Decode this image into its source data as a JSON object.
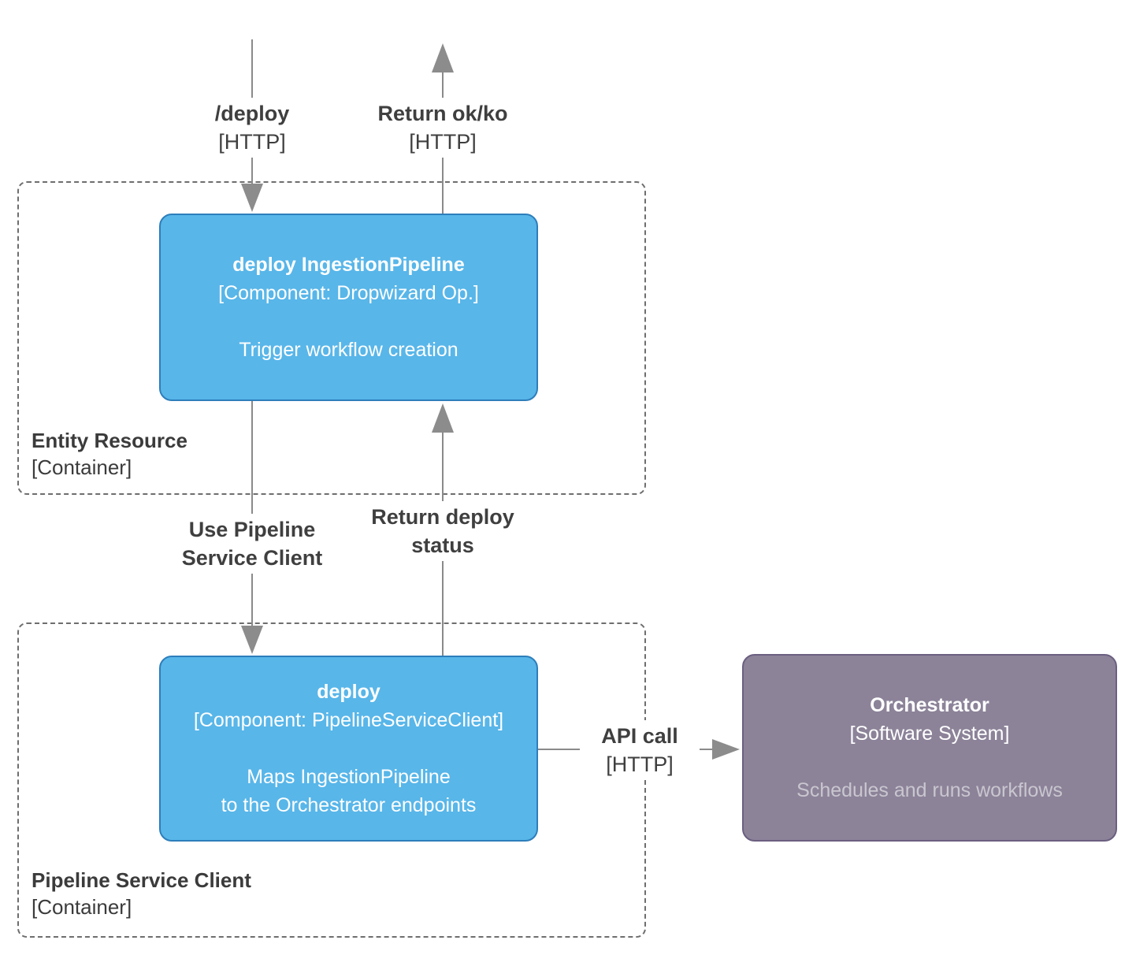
{
  "diagram": {
    "kind": "c4-component-diagram"
  },
  "colors": {
    "background": "#ffffff",
    "component_fill": "#58B6E9",
    "component_border": "#2D7EBB",
    "external_fill": "#8C8399",
    "external_border": "#6B5F80",
    "external_description_text": "#C9C6CF",
    "boundary_dashed_border": "#6e6e6e",
    "relationship_line": "#8a8a8a",
    "arrowhead_fill": "#8c8c8c",
    "label_text": "#3F3F3F",
    "node_text": "#ffffff"
  },
  "boundaries": {
    "entity_resource": {
      "name": "Entity Resource",
      "type": "[Container]"
    },
    "pipeline_service_client": {
      "name": "Pipeline Service Client",
      "type": "[Container]"
    }
  },
  "components": {
    "deploy_ingestion": {
      "title": "deploy IngestionPipeline",
      "subtitle": "[Component: Dropwizard Op.]",
      "description": "Trigger workflow creation"
    },
    "deploy_client": {
      "title": "deploy",
      "subtitle": "[Component: PipelineServiceClient]",
      "description": "Maps IngestionPipeline\nto the Orchestrator endpoints"
    }
  },
  "external_systems": {
    "orchestrator": {
      "title": "Orchestrator",
      "subtitle": "[Software System]",
      "description": "Schedules and runs workflows"
    }
  },
  "relationships": {
    "deploy_in": {
      "name": "/deploy",
      "technology": "[HTTP]"
    },
    "return_ok_ko": {
      "name": "Return ok/ko",
      "technology": "[HTTP]"
    },
    "use_pipeline_service_client": {
      "name": "Use Pipeline\nService Client"
    },
    "return_deploy_status": {
      "name": "Return deploy\nstatus"
    },
    "api_call": {
      "name": "API call",
      "technology": "[HTTP]"
    }
  }
}
